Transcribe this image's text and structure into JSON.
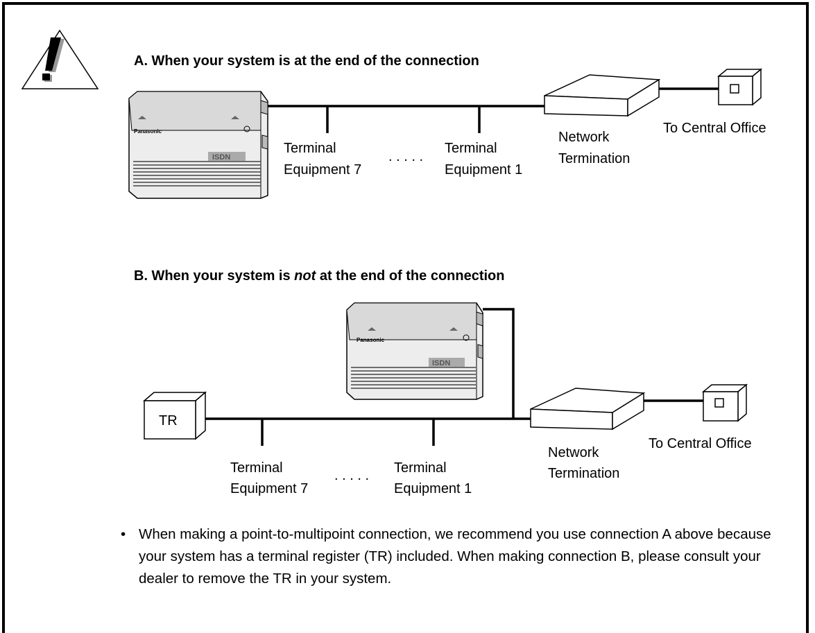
{
  "section_a": {
    "heading": "A.  When your system is at the end of the connection",
    "unit_brand": "Panasonic",
    "unit_badge": "ISDN",
    "te7_line1": "Terminal",
    "te7_line2": "Equipment 7",
    "dots": ". . . . .",
    "te1_line1": "Terminal",
    "te1_line2": "Equipment 1",
    "nt_line1": "Network",
    "nt_line2": "Termination",
    "co_label": "To Central Office"
  },
  "section_b": {
    "heading_pre": "B.  When your system is ",
    "heading_em": "not",
    "heading_post": " at the end of the connection",
    "unit_brand": "Panasonic",
    "unit_badge": "ISDN",
    "tr_label": "TR",
    "te7_line1": "Terminal",
    "te7_line2": "Equipment 7",
    "dots": ". . . . .",
    "te1_line1": "Terminal",
    "te1_line2": "Equipment 1",
    "nt_line1": "Network",
    "nt_line2": "Termination",
    "co_label": "To Central Office"
  },
  "note": {
    "bullet": "•",
    "text": "When making a point-to-multipoint connection, we recommend you use connection A above because your system has a terminal register (TR) included. When making connection B, please consult your dealer to remove the TR in your system."
  }
}
